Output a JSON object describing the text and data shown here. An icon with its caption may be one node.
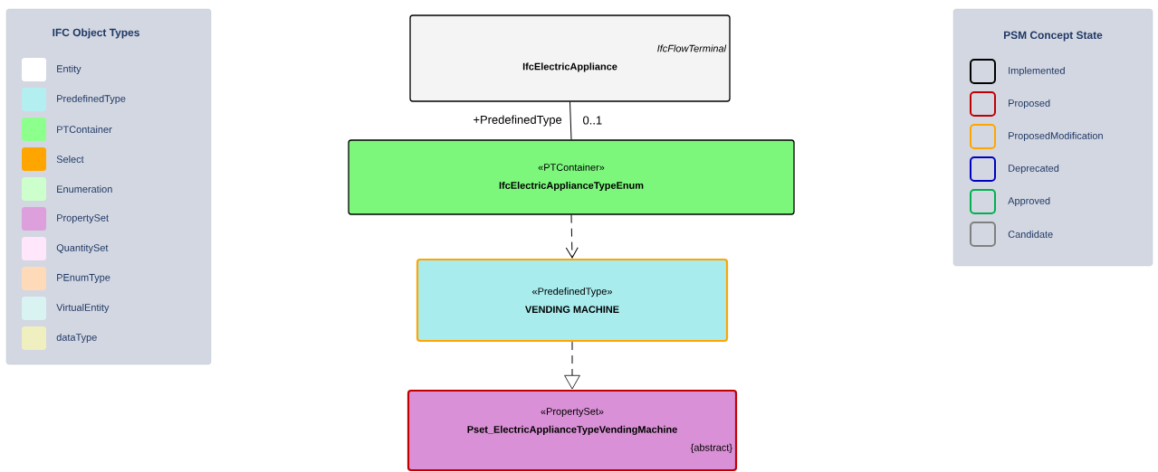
{
  "diagram": {
    "nodes": [
      {
        "text": [
          "IfcFlowTerminal",
          "IfcElectricAppliance"
        ]
      },
      {
        "text": [
          "«PTContainer»",
          "IfcElectricApplianceTypeEnum"
        ]
      },
      {
        "text": [
          "«PredefinedType»",
          "VENDING MACHINE"
        ]
      },
      {
        "text": [
          "«PropertySet»",
          "Pset_ElectricApplianceTypeVendingMachine",
          "{abstract}"
        ]
      }
    ],
    "edges": [
      {
        "from": 0,
        "to": 1,
        "arrow": "none",
        "label": "+PredefinedType"
      },
      {
        "from": 1,
        "to": 2,
        "arrow": "to",
        "style": "dashed"
      },
      {
        "from": 2,
        "to": 3,
        "arrow": "to",
        "style": "dashed"
      }
    ],
    "labels": [
      "0..1",
      "IFC Object Types",
      "PSM Concept State"
    ],
    "legend": [
      {
        "text": "Entity",
        "color": "#ffffff"
      },
      {
        "text": "PredefinedType",
        "color": "#b3eff0"
      },
      {
        "text": "PTContainer",
        "color": "#8cff8c"
      },
      {
        "text": "Select",
        "color": "#ffa500"
      },
      {
        "text": "Enumeration",
        "color": "#ccffcc"
      },
      {
        "text": "PropertySet",
        "color": "#dda0dd"
      },
      {
        "text": "QuantitySet",
        "color": "#ffe6fa"
      },
      {
        "text": "PEnumType",
        "color": "#ffdab9"
      },
      {
        "text": "VirtualEntity",
        "color": "#d9f2f2"
      },
      {
        "text": "dataType",
        "color": "#f0efc0"
      },
      {
        "text": "Implemented",
        "color": "#000000"
      },
      {
        "text": "Proposed",
        "color": "#c00000"
      },
      {
        "text": "ProposedModification",
        "color": "#ffa500"
      },
      {
        "text": "Deprecated",
        "color": "#0000c0"
      },
      {
        "text": "Approved",
        "color": "#00b050"
      },
      {
        "text": "Candidate",
        "color": "#808080"
      }
    ]
  }
}
